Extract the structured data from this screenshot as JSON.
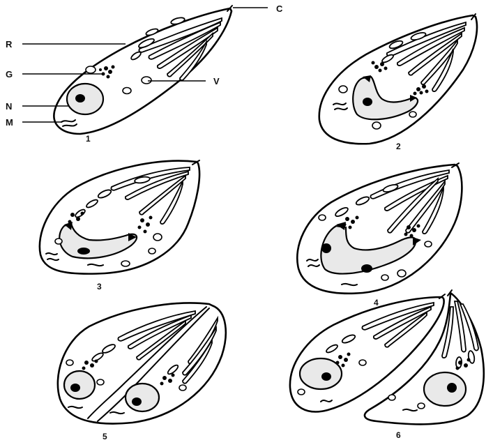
{
  "figure": {
    "labels": {
      "C": "C",
      "R": "R",
      "G": "G",
      "V": "V",
      "N": "N",
      "M": "M"
    },
    "stage_numbers": [
      "1",
      "2",
      "3",
      "4",
      "5",
      "6"
    ]
  },
  "colors": {
    "ink": "#000000",
    "paper": "#ffffff",
    "nucleus_fill": "#e9e9e9"
  }
}
